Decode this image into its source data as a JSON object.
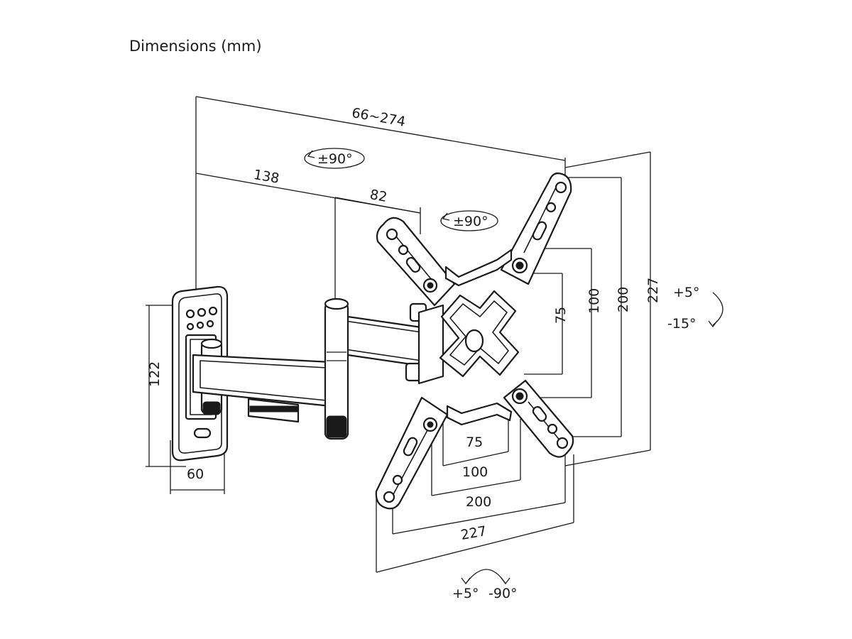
{
  "title": "Dimensions (mm)",
  "dimensions": {
    "arm_extension": "66~274",
    "arm_length_1": "138",
    "arm_length_2": "82",
    "wall_plate_height": "122",
    "wall_plate_width": "60",
    "vesa_v_75": "75",
    "vesa_v_100": "100",
    "vesa_v_200": "200",
    "plate_height": "227",
    "vesa_h_75": "75",
    "vesa_h_100": "100",
    "vesa_h_200": "200",
    "plate_width": "227"
  },
  "rotations": {
    "swivel_arm": "±90°",
    "swivel_plate": "±90°",
    "tilt_up": "+5°",
    "tilt_down": "-15°",
    "level_plus": "+5°",
    "level_minus": "-90°"
  },
  "colors": {
    "line": "#1a1a1a",
    "background": "#ffffff"
  }
}
